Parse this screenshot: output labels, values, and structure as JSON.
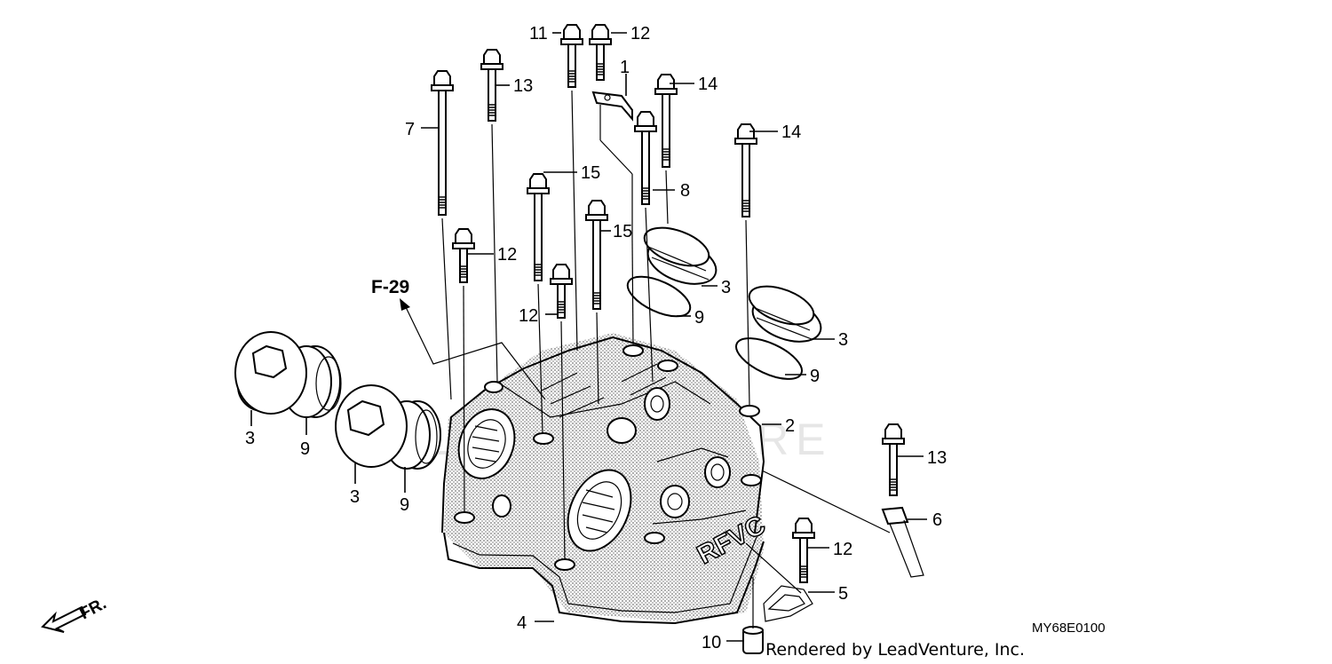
{
  "diagram": {
    "watermark": "LEADVENTURE",
    "reference": "F-29",
    "front_label": "FR.",
    "diagram_code": "MY68E0100",
    "credit": "Rendered by LeadVenture, Inc.",
    "callouts": {
      "c1": "1",
      "c2": "2",
      "c3a": "3",
      "c3b": "3",
      "c3c": "3",
      "c3d": "3",
      "c4": "4",
      "c5": "5",
      "c6": "6",
      "c7": "7",
      "c8": "8",
      "c9a": "9",
      "c9b": "9",
      "c9c": "9",
      "c9d": "9",
      "c10": "10",
      "c11": "11",
      "c12a": "12",
      "c12b": "12",
      "c12c": "12",
      "c12d": "12",
      "c13a": "13",
      "c13b": "13",
      "c14a": "14",
      "c14b": "14",
      "c15a": "15",
      "c15b": "15"
    }
  }
}
